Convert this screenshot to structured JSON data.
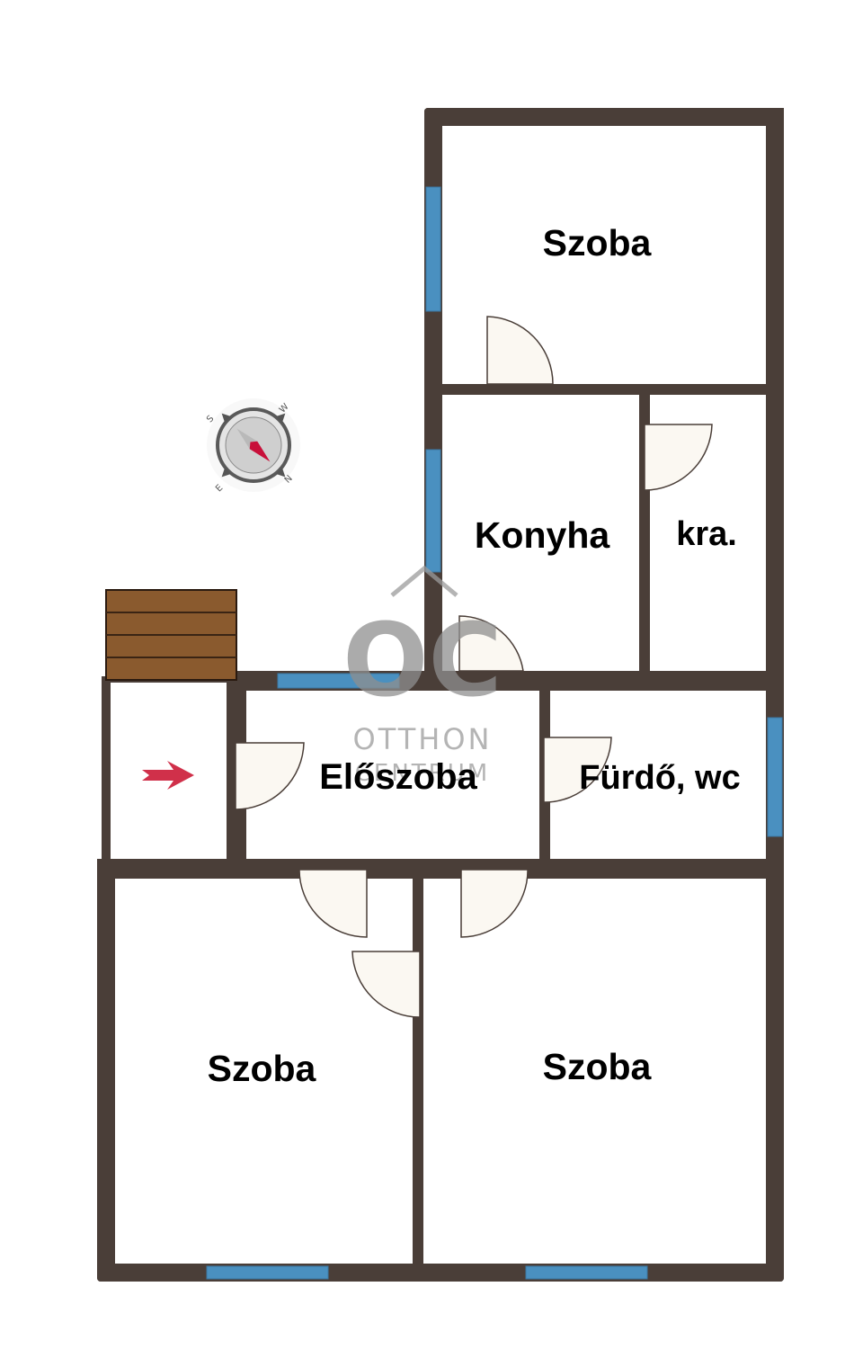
{
  "floorplan": {
    "rooms": [
      {
        "id": "szoba-top",
        "label": "Szoba"
      },
      {
        "id": "konyha",
        "label": "Konyha"
      },
      {
        "id": "kamra",
        "label": "kra."
      },
      {
        "id": "eloszoba",
        "label": "Előszoba"
      },
      {
        "id": "furdo",
        "label": "Fürdő, wc"
      },
      {
        "id": "szoba-bottom-left",
        "label": "Szoba"
      },
      {
        "id": "szoba-bottom-right",
        "label": "Szoba"
      }
    ],
    "compass": {
      "n": "N",
      "s": "S",
      "e": "E",
      "w": "W"
    },
    "watermark": {
      "mark": "OC",
      "line1": "OTTHON",
      "line2": "CENTRUM"
    },
    "colors": {
      "wall": "#4a3e38",
      "window": "#4a90c0",
      "door_fill": "#fbf8f2",
      "stairs": "#8a5a2e",
      "entry_arrow": "#d0304a",
      "compass_needle": "#c8103a"
    }
  }
}
